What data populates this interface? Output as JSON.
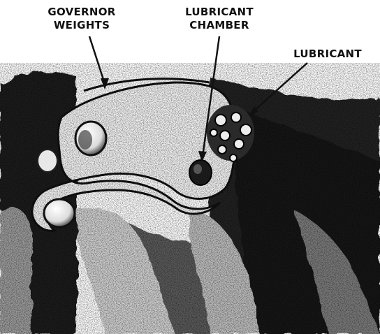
{
  "labels": {
    "governor_weights": {
      "line1": "GOVERNOR",
      "line2": "WEIGHTS"
    },
    "lubricant_chamber": {
      "line1": "LUBRICANT",
      "line2": "CHAMBER"
    },
    "lubricant": {
      "text": "LUBRICANT"
    }
  },
  "colors": {
    "ink": "#111111",
    "paper": "#ffffff",
    "shadow": "#1a1a1a",
    "midtone": "#6b6b6b"
  }
}
